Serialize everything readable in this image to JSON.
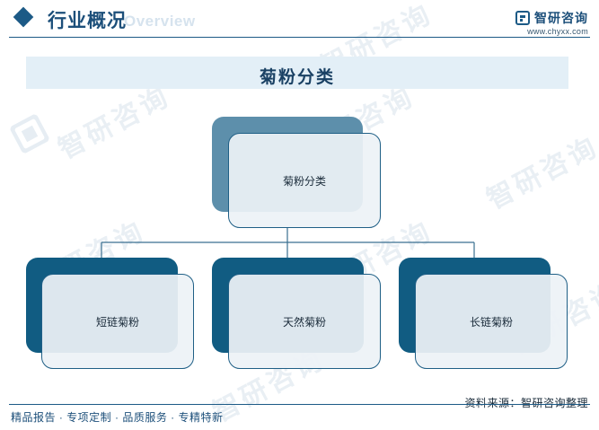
{
  "header": {
    "title": "行业概况",
    "ghost_title": "Overview",
    "brand_name": "智研咨询",
    "brand_url": "www.chyxx.com"
  },
  "banner": {
    "title": "菊粉分类"
  },
  "diagram": {
    "root": {
      "label": "菊粉分类"
    },
    "children": [
      {
        "label": "短链菊粉"
      },
      {
        "label": "天然菊粉"
      },
      {
        "label": "长链菊粉"
      }
    ]
  },
  "footer": {
    "source": "资料来源：智研咨询整理",
    "slogan": "精品报告 · 专项定制 · 品质服务 · 专精特新"
  },
  "watermark": {
    "text": "智研咨询"
  },
  "colors": {
    "primary": "#1c5a86",
    "root_back": "#5d8fab",
    "child_back": "#115c82",
    "node_face": "#edf2f6",
    "banner_bg": "#e3eff7"
  }
}
